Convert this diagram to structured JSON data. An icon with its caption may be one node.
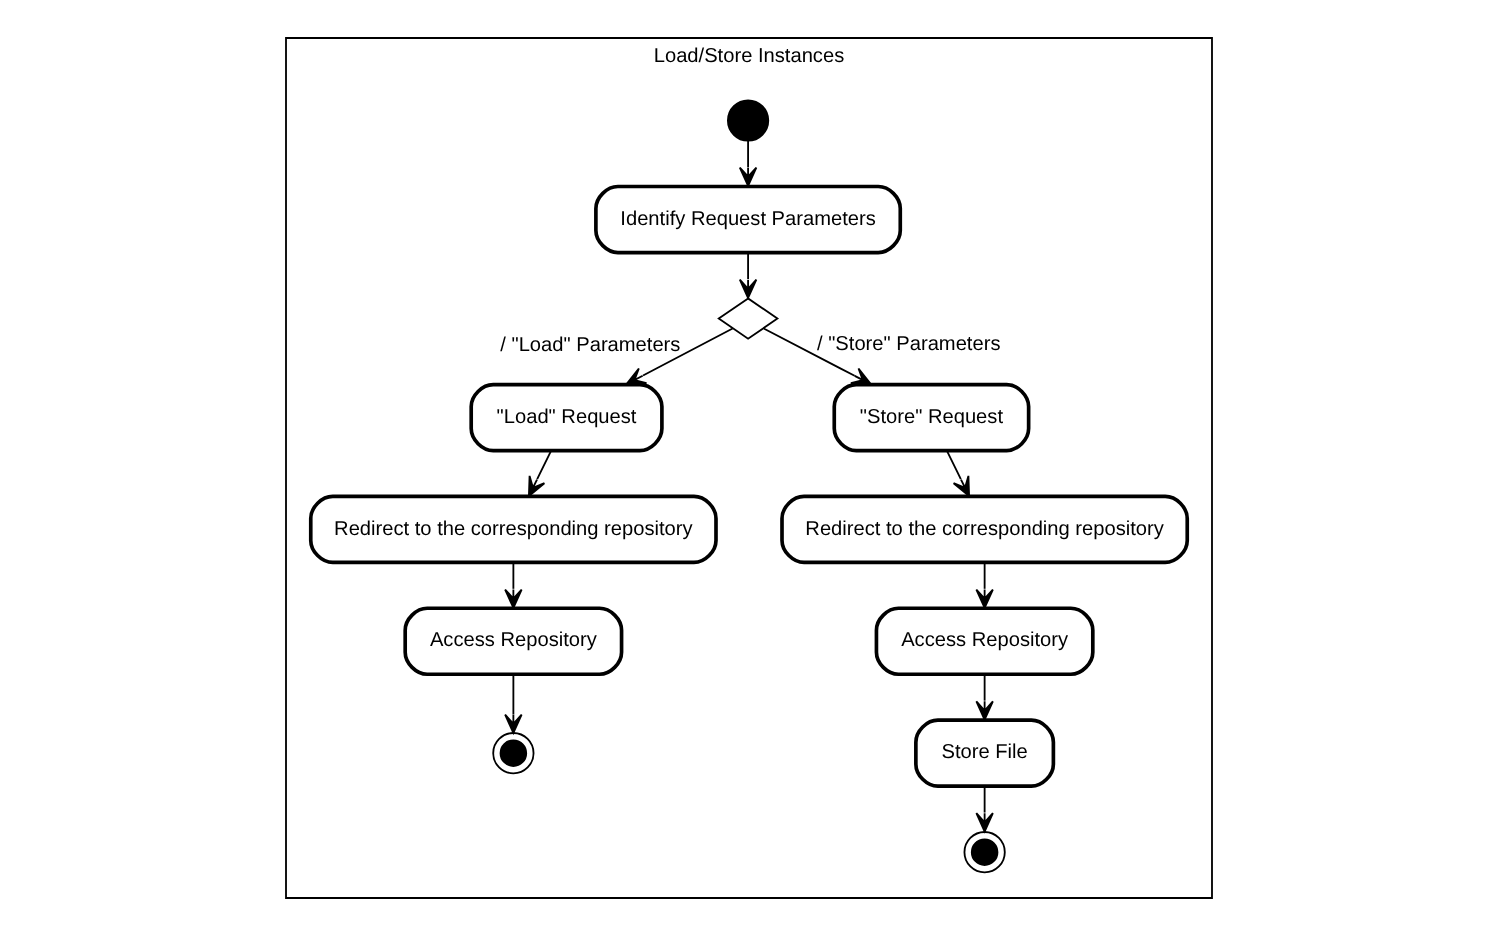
{
  "diagram": {
    "nodes": [
      {
        "text": [
          "Load/Store Instances"
        ]
      },
      {
        "text": [],
        "shape": "circle",
        "in": 0
      },
      {
        "text": [
          "Identify Request Parameters"
        ],
        "in": 0
      },
      {
        "text": [],
        "shape": "diamond",
        "in": 0
      },
      {
        "text": [
          "\"Load\" Request"
        ],
        "in": 0
      },
      {
        "text": [
          "\"Store\" Request"
        ],
        "in": 0
      },
      {
        "text": [
          "Redirect to the corresponding repository"
        ],
        "in": 0
      },
      {
        "text": [
          "Access Repository"
        ],
        "in": 0
      },
      {
        "text": [],
        "shape": "circle",
        "in": 0
      },
      {
        "text": [
          "Redirect to the corresponding repository"
        ],
        "in": 0
      },
      {
        "text": [
          "Access Repository"
        ],
        "in": 0
      },
      {
        "text": [
          "Store File"
        ],
        "in": 0
      },
      {
        "text": [],
        "shape": "circle",
        "in": 0
      }
    ],
    "edges": [
      {
        "from": 1,
        "to": 2,
        "arrow": "to"
      },
      {
        "from": 2,
        "to": 3,
        "arrow": "to"
      },
      {
        "from": 3,
        "to": 4,
        "arrow": "to",
        "label": "/ \"Load\" Parameters"
      },
      {
        "from": 3,
        "to": 5,
        "arrow": "to",
        "label": "/ \"Store\" Parameters"
      },
      {
        "from": 4,
        "to": 6,
        "arrow": "to"
      },
      {
        "from": 6,
        "to": 7,
        "arrow": "to"
      },
      {
        "from": 7,
        "to": 8,
        "arrow": "to"
      },
      {
        "from": 5,
        "to": 9,
        "arrow": "to"
      },
      {
        "from": 9,
        "to": 10,
        "arrow": "to"
      },
      {
        "from": 10,
        "to": 11,
        "arrow": "to"
      },
      {
        "from": 11,
        "to": 12,
        "arrow": "to"
      }
    ]
  }
}
